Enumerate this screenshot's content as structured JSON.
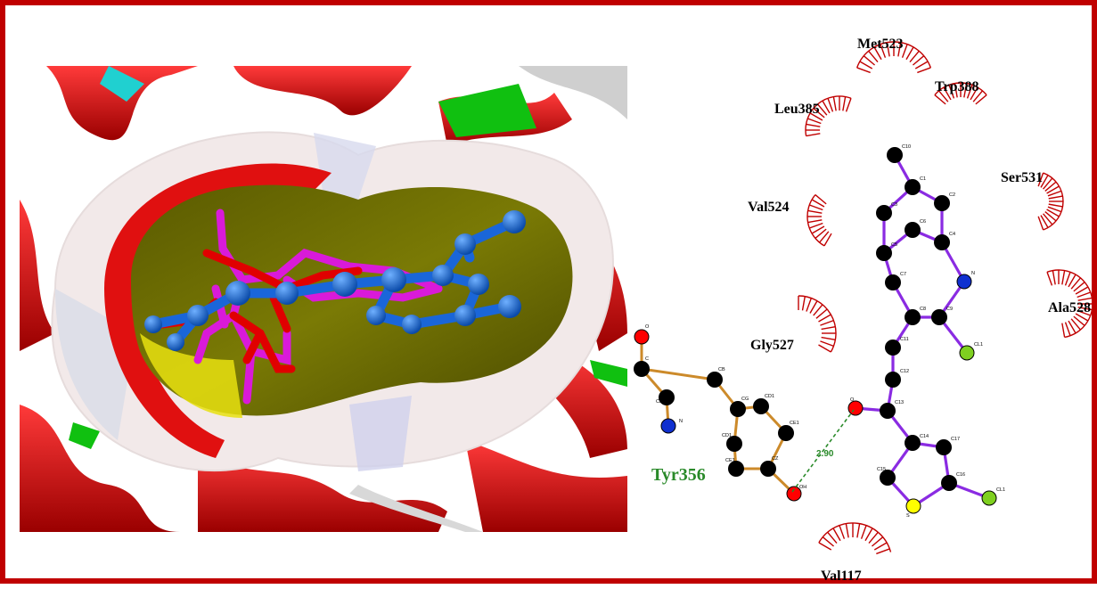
{
  "colors": {
    "frame_border": "#c00000",
    "ribbon": "#e00000",
    "surface": "#f2e9e9",
    "pocket": "#6b6b00",
    "ligand_blue": "#1a66d9",
    "ligand_magenta": "#d91ad9",
    "ligand_red": "#e00000",
    "hydrophobic_arc": "#c00000",
    "ligand_bond": "#8a2be2",
    "residue_bond": "#cc8a2a",
    "hbond": "#2a8a2a",
    "hbond_residue_label": "#2a8a2a",
    "atom_carbon": "#000000",
    "atom_oxygen": "#ff0000",
    "atom_nitrogen": "#1030d0",
    "atom_sulfur": "#ffff00",
    "atom_chlorine": "#7fd020"
  },
  "residues": {
    "met523": "Met523",
    "trp388": "Trp388",
    "leu385": "Leu385",
    "ser531": "Ser531",
    "val524": "Val524",
    "ala528": "Ala528",
    "gly527": "Gly527",
    "tyr356": "Tyr356",
    "val117": "Val117"
  },
  "hbond_distance": "2.90",
  "atom_labels": {
    "c10": "C10",
    "c1": "C1",
    "c2": "C2",
    "c3": "C3",
    "c4": "C4",
    "c5": "C5",
    "c6": "C6",
    "c7": "C7",
    "c8": "C8",
    "c9": "C9",
    "n1": "N",
    "cl1": "CL1",
    "c11": "C11",
    "c12": "C12",
    "o1": "O",
    "c13": "C13",
    "c14": "C14",
    "c15": "C15",
    "c16": "C16",
    "c17": "C17",
    "s1": "S",
    "cl2": "CL1",
    "res_o": "O",
    "res_c": "C",
    "res_ca": "CA",
    "res_n": "N",
    "res_cb": "CB",
    "res_cg": "CG",
    "res_cd1": "CD1",
    "res_cd2": "CD1",
    "res_ce1": "CE1",
    "res_ce2": "CE1",
    "res_cz": "CZ",
    "res_oh": "OH"
  }
}
